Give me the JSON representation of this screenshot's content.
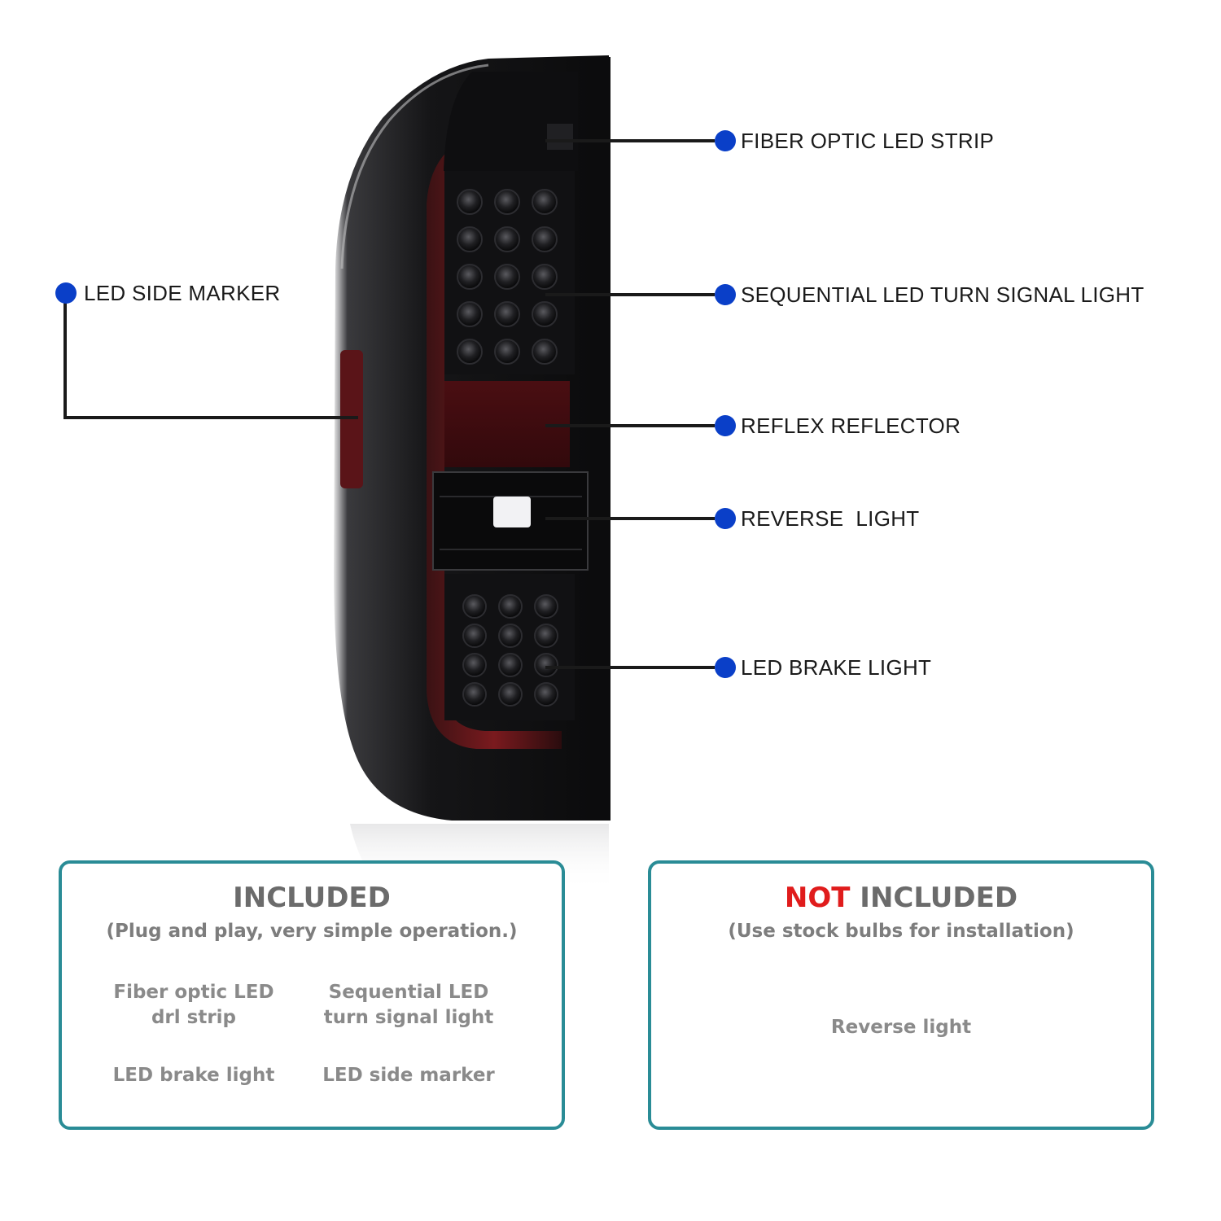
{
  "colors": {
    "dot": "#0a3fc8",
    "leader": "#1a1a1a",
    "panel_border": "#2a8c96",
    "accent_red": "#e01c1c",
    "lens_smoke": "#141416",
    "led_red": "#7a1a1e"
  },
  "callouts": {
    "fiber": "FIBER OPTIC LED STRIP",
    "sequential": "SEQUENTIAL LED TURN SIGNAL LIGHT",
    "reflex": "REFLEX REFLECTOR",
    "reverse": "REVERSE  LIGHT",
    "brake": "LED BRAKE LIGHT",
    "side_marker": "LED SIDE MARKER"
  },
  "included": {
    "title": "INCLUDED",
    "subtitle": "(Plug and play, very simple operation.)",
    "items": [
      [
        "Fiber optic LED",
        "drl strip"
      ],
      [
        "Sequential LED",
        "turn signal light"
      ],
      [
        "LED brake light"
      ],
      [
        "LED side marker"
      ]
    ]
  },
  "not_included": {
    "title_accent": "NOT",
    "title_rest": " INCLUDED",
    "subtitle": "(Use stock bulbs for installation)",
    "items": [
      "Reverse light"
    ]
  }
}
